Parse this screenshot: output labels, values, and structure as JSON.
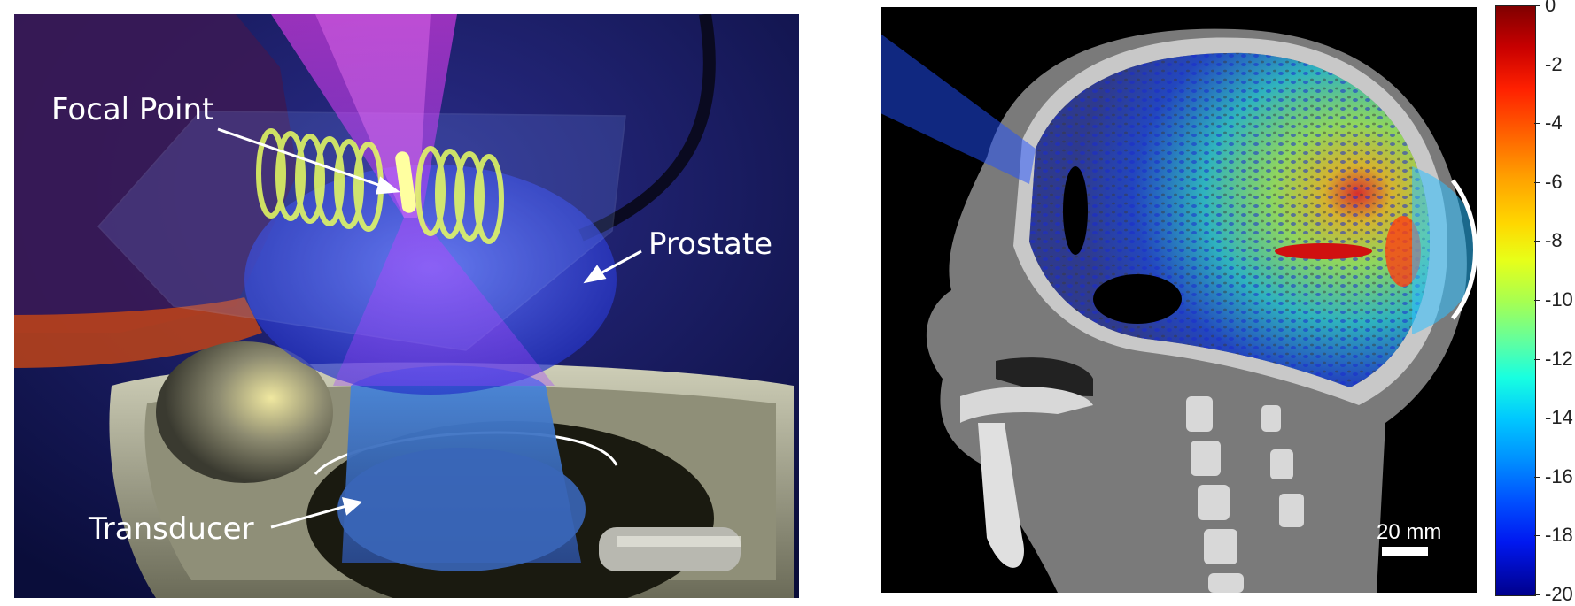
{
  "left_figure": {
    "labels": {
      "focal_point": "Focal Point",
      "prostate": "Prostate",
      "transducer": "Transducer"
    }
  },
  "right_figure": {
    "scale_bar_label": "20 mm"
  },
  "colorbar": {
    "ticks": [
      "0",
      "-2",
      "-4",
      "-6",
      "-8",
      "-10",
      "-12",
      "-14",
      "-16",
      "-18",
      "-20"
    ],
    "range": [
      -20,
      0
    ],
    "colormap": "jet"
  }
}
